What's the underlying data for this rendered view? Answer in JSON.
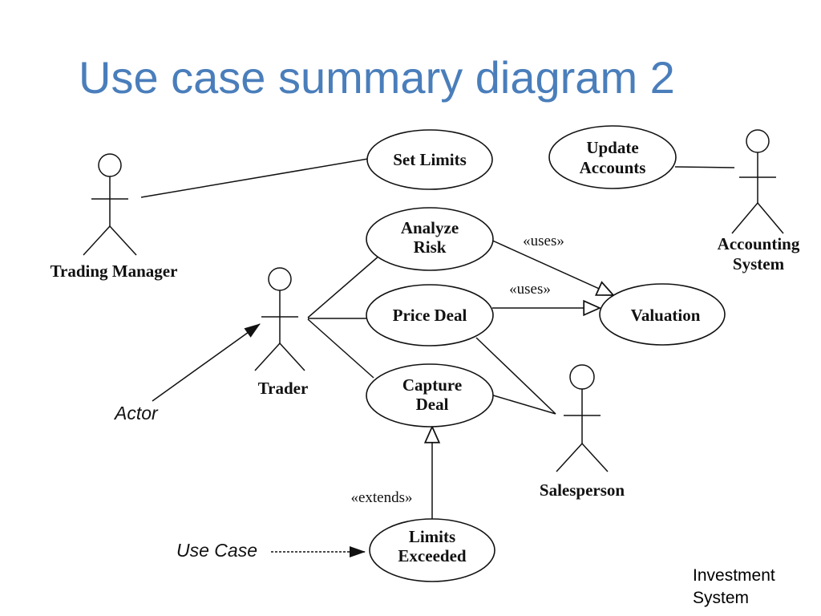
{
  "title": "Use case summary diagram 2",
  "actors": {
    "trading_manager": "Trading Manager",
    "accounting_system": [
      "Accounting",
      "System"
    ],
    "trader": "Trader",
    "salesperson": "Salesperson"
  },
  "use_cases": {
    "set_limits": [
      "Set Limits"
    ],
    "update_accounts": [
      "Update",
      "Accounts"
    ],
    "analyze_risk": [
      "Analyze",
      "Risk"
    ],
    "price_deal": [
      "Price Deal"
    ],
    "valuation": [
      "Valuation"
    ],
    "capture_deal": [
      "Capture",
      "Deal"
    ],
    "limits_exceeded": [
      "Limits",
      "Exceeded"
    ]
  },
  "relations": {
    "uses_1": "«uses»",
    "uses_2": "«uses»",
    "extends": "«extends»"
  },
  "annotations": {
    "actor": "Actor",
    "use_case": "Use Case"
  },
  "caption": [
    "Investment",
    "System"
  ]
}
